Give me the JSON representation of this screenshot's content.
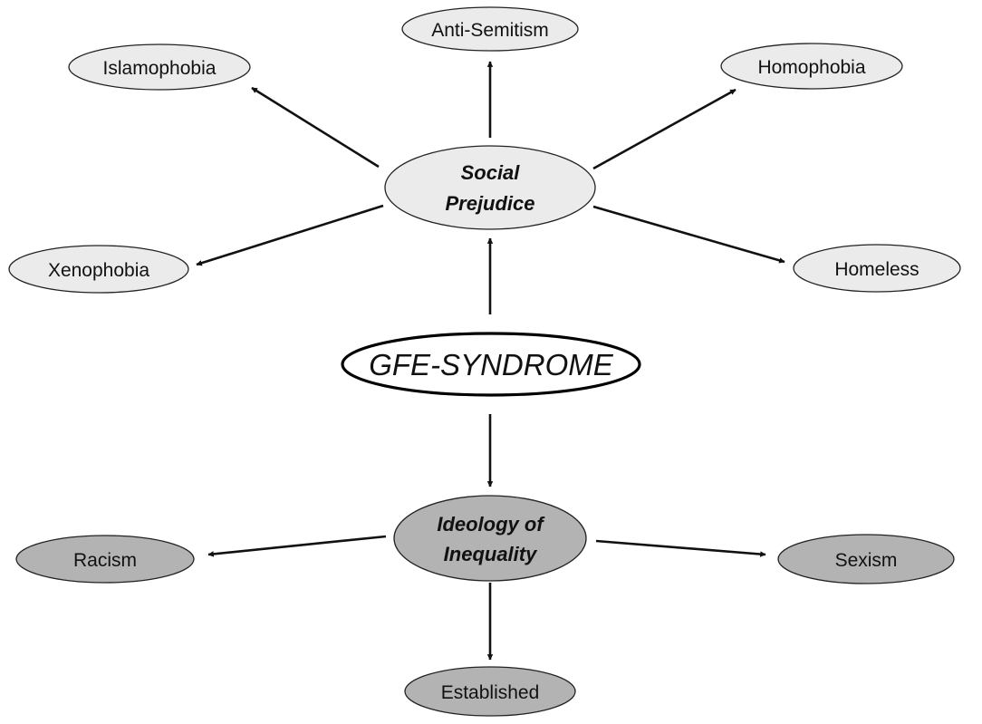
{
  "diagram": {
    "center": {
      "label": "GFE-SYNDROME"
    },
    "social_prejudice": {
      "line1": "Social",
      "line2": "Prejudice"
    },
    "ideology_of_inequality": {
      "line1": "Ideology of",
      "line2": "Inequality"
    },
    "prejudice_outcomes": {
      "anti_semitism": "Anti-Semitism",
      "islamophobia": "Islamophobia",
      "homophobia": "Homophobia",
      "xenophobia": "Xenophobia",
      "homeless": "Homeless"
    },
    "inequality_outcomes": {
      "racism": "Racism",
      "sexism": "Sexism",
      "established": "Established"
    },
    "colors": {
      "light_node": "#ebebeb",
      "dark_node": "#b3b3b3",
      "main_node": "#ffffff",
      "stroke": "#111111"
    }
  }
}
